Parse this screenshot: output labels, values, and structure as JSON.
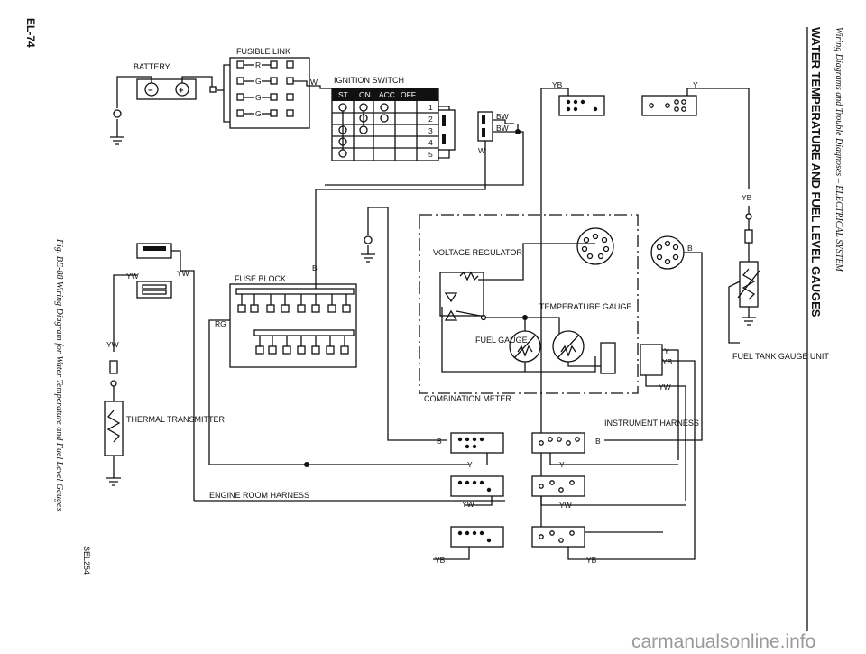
{
  "header": {
    "section": "Wiring Diagrams and Trouble Diagnoses – ELECTRICAL SYSTEM",
    "title": "WATER TEMPERATURE AND FUEL LEVEL GAUGES"
  },
  "page_number": "EL-74",
  "figure_caption": "Fig. BE-88 Wiring Diagram for Water Temperature and Fuel Level Gauges",
  "figure_code": "SEL254",
  "watermark": "carmanualsonline.info",
  "components": {
    "battery": "BATTERY",
    "fusible_link": "FUSIBLE LINK",
    "ignition_switch": "IGNITION SWITCH",
    "ignition_table": {
      "headers": [
        "ST",
        "ON",
        "ACC",
        "OFF"
      ],
      "rows": [
        "1",
        "2",
        "3",
        "4",
        "5"
      ]
    },
    "fuse_block": "FUSE BLOCK",
    "voltage_regulator": "VOLTAGE REGULATOR",
    "temperature_gauge": "TEMPERATURE GAUGE",
    "fuel_gauge": "FUEL GAUGE",
    "combination_meter": "COMBINATION METER",
    "instrument_harness": "INSTRUMENT HARNESS",
    "engine_room_harness": "ENGINE ROOM HARNESS",
    "thermal_transmitter": "THERMAL TRANSMITTER",
    "fuel_tank_unit": "FUEL TANK GAUGE UNIT"
  },
  "wire_labels": {
    "r": "R",
    "g1": "G",
    "g2": "G",
    "g3": "G",
    "w_fl": "W",
    "w_ig": "W",
    "bw1": "BW",
    "bw2": "BW",
    "yb_top": "YB",
    "y_top": "Y",
    "yb_right": "YB",
    "b_fuse": "B",
    "rg": "RG",
    "b_meter": "B",
    "yw_left1": "YW",
    "yw_left2": "YW",
    "yw_left3": "YW",
    "y_meter": "Y",
    "yb_meter": "YB",
    "yw_meter": "YW",
    "b_conn1": "B",
    "b_conn2": "B",
    "y_conn1": "Y",
    "y_conn2": "Y",
    "yw_conn1": "YW",
    "yw_conn2": "YW",
    "yb_conn1": "YB",
    "yb_conn2": "YB"
  },
  "battery_terminals": {
    "neg": "−",
    "pos": "+"
  }
}
